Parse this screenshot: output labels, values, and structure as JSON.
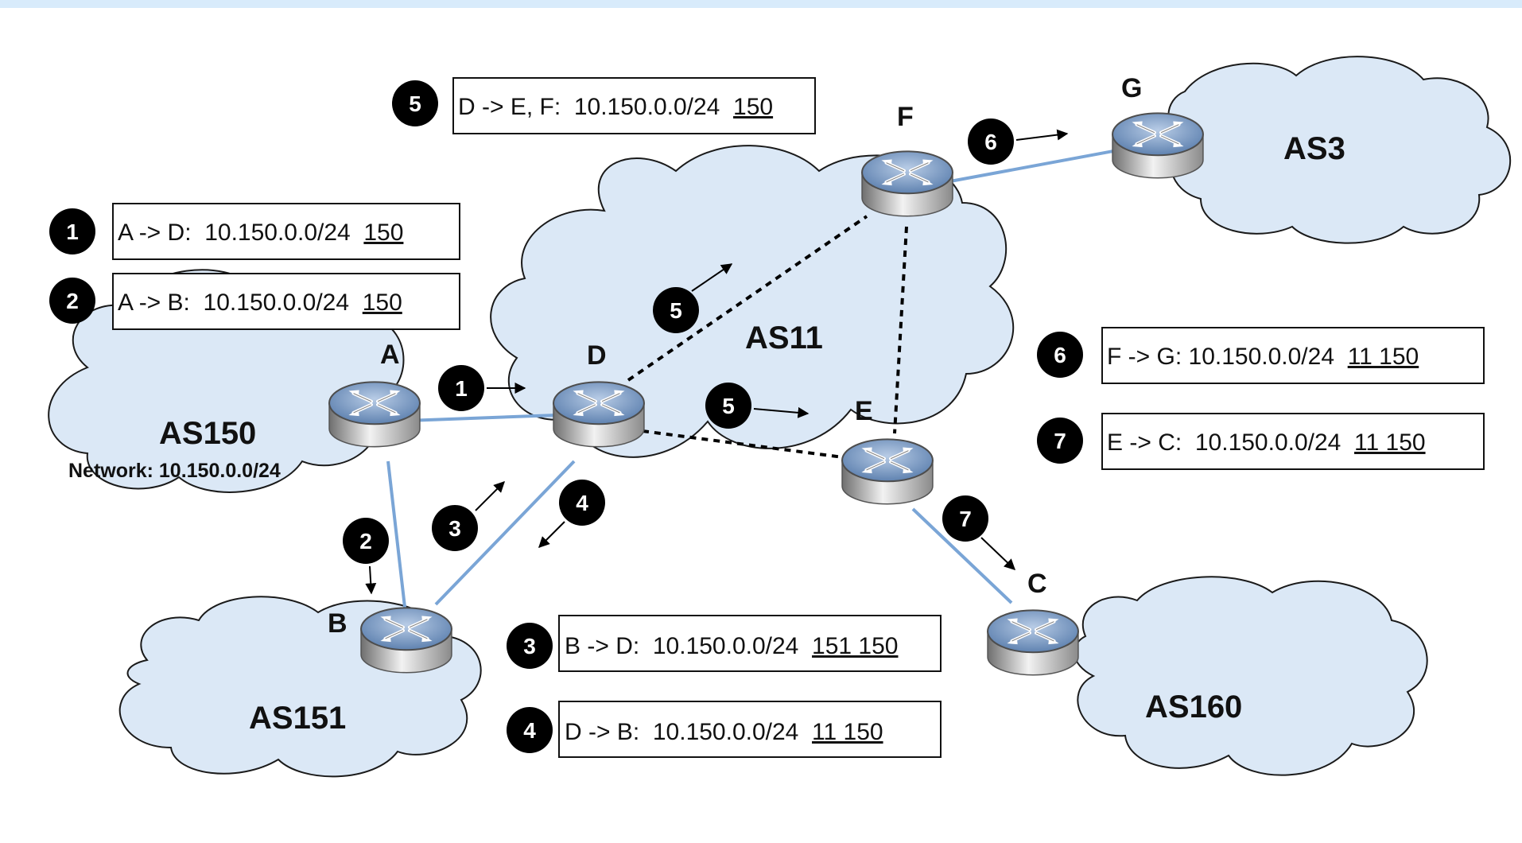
{
  "routers": {
    "A": "A",
    "B": "B",
    "C": "C",
    "D": "D",
    "E": "E",
    "F": "F",
    "G": "G"
  },
  "as": {
    "as150": "AS150",
    "as150_network": "Network: 10.150.0.0/24",
    "as151": "AS151",
    "as11": "AS11",
    "as3": "AS3",
    "as160": "AS160"
  },
  "announcements": [
    {
      "step": "1",
      "prefix": "A -> D:  10.150.0.0/24  ",
      "path": "150"
    },
    {
      "step": "2",
      "prefix": "A -> B:  10.150.0.0/24  ",
      "path": "150"
    },
    {
      "step": "3",
      "prefix": "B -> D:  10.150.0.0/24  ",
      "path": "151 150"
    },
    {
      "step": "4",
      "prefix": "D -> B:  10.150.0.0/24  ",
      "path": "11 150"
    },
    {
      "step": "5",
      "prefix": "D -> E, F:  10.150.0.0/24  ",
      "path": "150"
    },
    {
      "step": "6",
      "prefix": "F -> G: 10.150.0.0/24  ",
      "path": "11 150"
    },
    {
      "step": "7",
      "prefix": "E -> C:  10.150.0.0/24  ",
      "path": "11 150"
    }
  ],
  "link_badges": [
    "1",
    "2",
    "3",
    "4",
    "5",
    "5",
    "6",
    "7"
  ],
  "colors": {
    "ebgp_link": "#7aa5d6",
    "cloud_fill": "#dbe8f6",
    "badge_fill": "#000000",
    "router_top": "#7f9fc6"
  },
  "icons": [
    "router-icon"
  ]
}
